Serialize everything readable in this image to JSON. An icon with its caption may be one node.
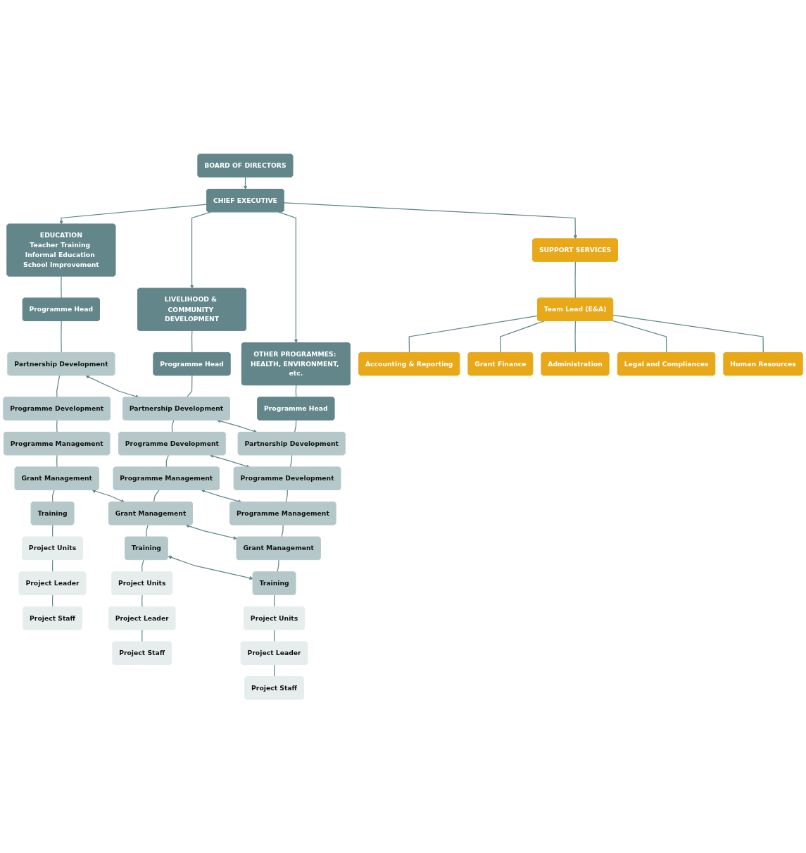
{
  "diagram": {
    "nodes": [
      {
        "text": [
          "BOARD OF DIRECTORS"
        ]
      },
      {
        "text": [
          "CHIEF EXECUTIVE"
        ]
      },
      {
        "text": [
          "EDUCATION",
          "Teacher Training Informal Education School Improvement"
        ]
      },
      {
        "text": [
          "LIVELIHOOD & COMMUNITY DEVELOPMENT"
        ]
      },
      {
        "text": [
          "OTHER PROGRAMMES: HEALTH, ENVIRONMENT, etc."
        ]
      },
      {
        "text": [
          "SUPPORT SERVICES"
        ]
      },
      {
        "text": [
          "Programme Head"
        ]
      },
      {
        "text": [
          "Partnership Development"
        ]
      },
      {
        "text": [
          "Programme Development"
        ]
      },
      {
        "text": [
          "Programme Management"
        ]
      },
      {
        "text": [
          "Grant Management"
        ]
      },
      {
        "text": [
          "Training"
        ]
      },
      {
        "text": [
          "Project Units"
        ]
      },
      {
        "text": [
          "Project Leader"
        ]
      },
      {
        "text": [
          "Project Staff"
        ]
      },
      {
        "text": [
          "Programme Head"
        ]
      },
      {
        "text": [
          "Partnership Development"
        ]
      },
      {
        "text": [
          "Programme Development"
        ]
      },
      {
        "text": [
          "Programme Management"
        ]
      },
      {
        "text": [
          "Grant Management"
        ]
      },
      {
        "text": [
          "Training"
        ]
      },
      {
        "text": [
          "Project Units"
        ]
      },
      {
        "text": [
          "Project Leader"
        ]
      },
      {
        "text": [
          "Project Staff"
        ]
      },
      {
        "text": [
          "Programme Head"
        ]
      },
      {
        "text": [
          "Partnership Development"
        ]
      },
      {
        "text": [
          "Programme Development"
        ]
      },
      {
        "text": [
          "Programme Management"
        ]
      },
      {
        "text": [
          "Grant Management"
        ]
      },
      {
        "text": [
          "Training"
        ]
      },
      {
        "text": [
          "Project Units"
        ]
      },
      {
        "text": [
          "Project Leader"
        ]
      },
      {
        "text": [
          "Project Staff"
        ]
      },
      {
        "text": [
          "Team Lead (E&A)"
        ]
      },
      {
        "text": [
          "Accounting & Reporting"
        ]
      },
      {
        "text": [
          "Grant Finance"
        ]
      },
      {
        "text": [
          "Administration"
        ]
      },
      {
        "text": [
          "Legal and Compliances"
        ]
      },
      {
        "text": [
          "Human Resources"
        ]
      }
    ],
    "edges": [
      {
        "from": 0,
        "to": 1,
        "arrow": "to"
      },
      {
        "from": 1,
        "to": 2,
        "arrow": "to"
      },
      {
        "from": 1,
        "to": 3,
        "arrow": "to"
      },
      {
        "from": 1,
        "to": 4,
        "arrow": "to"
      },
      {
        "from": 1,
        "to": 5,
        "arrow": "to"
      },
      {
        "from": 2,
        "to": 6,
        "arrow": "none"
      },
      {
        "from": 6,
        "to": 7,
        "arrow": "none"
      },
      {
        "from": 7,
        "to": 8,
        "arrow": "none"
      },
      {
        "from": 8,
        "to": 9,
        "arrow": "none"
      },
      {
        "from": 9,
        "to": 10,
        "arrow": "none"
      },
      {
        "from": 10,
        "to": 11,
        "arrow": "none"
      },
      {
        "from": 11,
        "to": 12,
        "arrow": "none"
      },
      {
        "from": 12,
        "to": 13,
        "arrow": "none"
      },
      {
        "from": 13,
        "to": 14,
        "arrow": "none"
      },
      {
        "from": 3,
        "to": 15,
        "arrow": "none"
      },
      {
        "from": 15,
        "to": 16,
        "arrow": "none"
      },
      {
        "from": 16,
        "to": 17,
        "arrow": "none"
      },
      {
        "from": 17,
        "to": 18,
        "arrow": "none"
      },
      {
        "from": 18,
        "to": 19,
        "arrow": "none"
      },
      {
        "from": 19,
        "to": 20,
        "arrow": "none"
      },
      {
        "from": 20,
        "to": 21,
        "arrow": "none"
      },
      {
        "from": 21,
        "to": 22,
        "arrow": "none"
      },
      {
        "from": 22,
        "to": 23,
        "arrow": "none"
      },
      {
        "from": 4,
        "to": 24,
        "arrow": "none"
      },
      {
        "from": 24,
        "to": 25,
        "arrow": "none"
      },
      {
        "from": 25,
        "to": 26,
        "arrow": "none"
      },
      {
        "from": 26,
        "to": 27,
        "arrow": "none"
      },
      {
        "from": 27,
        "to": 28,
        "arrow": "none"
      },
      {
        "from": 28,
        "to": 29,
        "arrow": "none"
      },
      {
        "from": 29,
        "to": 30,
        "arrow": "none"
      },
      {
        "from": 30,
        "to": 31,
        "arrow": "none"
      },
      {
        "from": 31,
        "to": 32,
        "arrow": "none"
      },
      {
        "from": 5,
        "to": 33,
        "arrow": "none"
      },
      {
        "from": 33,
        "to": 34,
        "arrow": "none"
      },
      {
        "from": 33,
        "to": 35,
        "arrow": "none"
      },
      {
        "from": 33,
        "to": 36,
        "arrow": "none"
      },
      {
        "from": 33,
        "to": 37,
        "arrow": "none"
      },
      {
        "from": 33,
        "to": 38,
        "arrow": "none"
      },
      {
        "from": 7,
        "to": 16,
        "arrow": "both"
      },
      {
        "from": 16,
        "to": 25,
        "arrow": "both"
      },
      {
        "from": 17,
        "to": 26,
        "arrow": "both"
      },
      {
        "from": 18,
        "to": 27,
        "arrow": "both"
      },
      {
        "from": 10,
        "to": 19,
        "arrow": "both"
      },
      {
        "from": 19,
        "to": 28,
        "arrow": "both"
      },
      {
        "from": 20,
        "to": 29,
        "arrow": "both"
      }
    ]
  }
}
